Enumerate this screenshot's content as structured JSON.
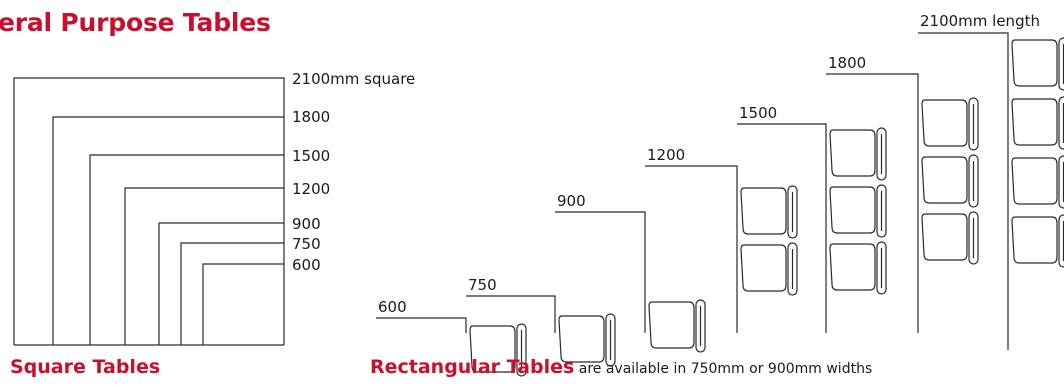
{
  "title": "eral Purpose Tables",
  "square": {
    "labels": [
      "2100mm square",
      "1800",
      "1500",
      "1200",
      "900",
      "750",
      "600"
    ],
    "caption": "Square Tables"
  },
  "rectangular": {
    "labels": [
      "600",
      "750",
      "900",
      "1200",
      "1500",
      "1800",
      "2100mm length"
    ],
    "chairs_per_side": [
      1,
      1,
      1,
      2,
      3,
      3,
      4
    ],
    "caption_bold": "Rectangular Tables",
    "caption_rest": " are available in 750mm or 900mm widths"
  },
  "colors": {
    "accent": "#c8102e",
    "line": "#2a2a2a"
  }
}
